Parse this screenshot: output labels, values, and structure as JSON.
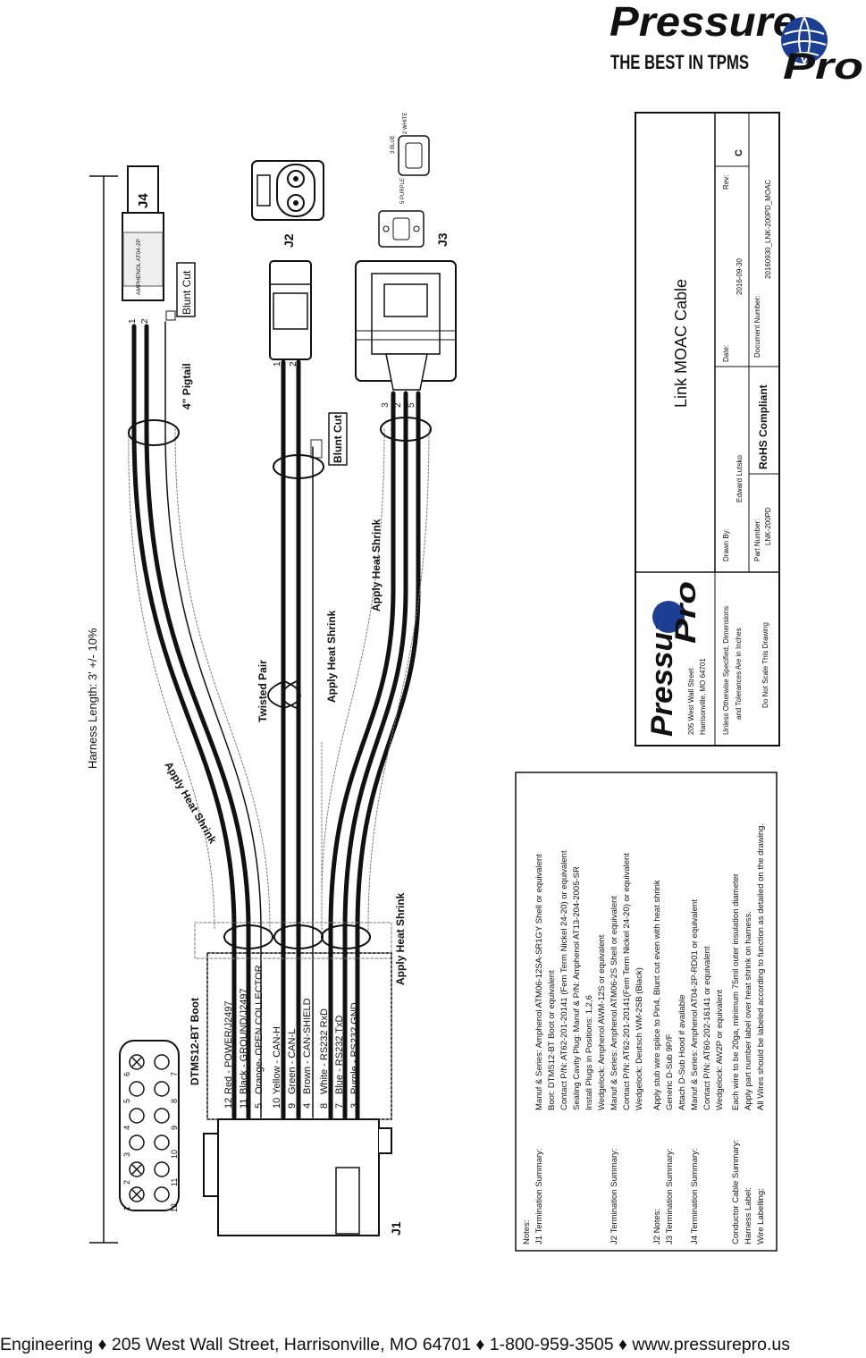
{
  "brand": {
    "name_top": "PressurePro",
    "name_part1": "Pressure",
    "name_part2": "Pro",
    "tagline": "THE BEST IN TPMS",
    "colors": {
      "blue": "#1c3f94",
      "orange": "#e2231a",
      "dark": "#222222"
    }
  },
  "harness": {
    "length_label": "Harness Length: 3' +/- 10%",
    "apply_heat_shrink": "Apply Heat Shrink",
    "twisted_pair": "Twisted Pair",
    "pigtail": "4\" Pigtail",
    "blunt_cut": "Blunt Cut",
    "boot": "DTMS12-BT Boot"
  },
  "connectors": {
    "j1": "J1",
    "j2": "J2",
    "j3": "J3",
    "j4": "J4",
    "j4_part": "AMPHENOL AT04-2P",
    "j3_pin_labels": {
      "blue": "3 BLUE",
      "white": "2 WHITE",
      "purple": "5 PURPLE"
    },
    "pin_numbers_top": [
      "1",
      "2",
      "3",
      "4",
      "5",
      "6"
    ],
    "pin_numbers_bottom": [
      "12",
      "11",
      "10",
      "9",
      "8",
      "7"
    ]
  },
  "wires": [
    {
      "pin": "12",
      "label": "Red - POWER/J2497"
    },
    {
      "pin": "11",
      "label": "Black - GROUND/J2497"
    },
    {
      "pin": "5",
      "label": "Orange- OPEN COLLECTOR"
    },
    {
      "pin": "10",
      "label": "Yellow - CAN-H"
    },
    {
      "pin": "9",
      "label": "Green - CAN-L"
    },
    {
      "pin": "4",
      "label": "Brown - CAN-SHIELD"
    },
    {
      "pin": "8",
      "label": "White - RS232 RxD"
    },
    {
      "pin": "7",
      "label": "Blue - RS232 TxD"
    },
    {
      "pin": "3",
      "label": "Purple - RS232 GND"
    }
  ],
  "j2_pins": [
    "1",
    "2"
  ],
  "j4_pins": [
    "1",
    "2"
  ],
  "j3_pins": [
    "3",
    "2",
    "5"
  ],
  "notes": {
    "title": "Notes:",
    "items": [
      {
        "label": "J1 Termination Summary:",
        "lines": [
          "Manuf & Series: Amphenol ATM06-12SA-SR1GY Shell or equivalent",
          "Boot: DTMS12-BT Boot or equivalent",
          "Contact P/N: AT62-201-20141 (Fem Term Nickel 24-20) or equivalent",
          "Sealing Cavity Plug: Manuf & P/N: Amphenol AT13-204-2005-SR",
          "Install Plugs in Positions: 1,2,6",
          "Wedgelock: Amphenol AWM-12S or equivalent"
        ]
      },
      {
        "label": "J2 Termination Summary:",
        "lines": [
          "Manuf & Series: Amphenol ATM06-2S Shell or equivalent",
          "Contact P/N: AT62-201-20141(Fem Term Nickel 24-20) or equivalent",
          "Wedgelock: Deutsch WM-2SB (Black)"
        ]
      },
      {
        "label": "J2 Notes:",
        "lines": [
          "Apply stub wire splice to Pin4, Blunt cut even with heat shrink"
        ]
      },
      {
        "label": "J3 Termination Summary:",
        "lines": [
          "Generic D-Sub 9P/F",
          "Attach D-Sub Hood if available"
        ]
      },
      {
        "label": "J4 Termination Summary:",
        "lines": [
          "Manuf & Series: Amphenol AT04-2P-RD01 or equivalent",
          "Contact P/N: AT60-202-16141 or equivalent",
          "Wedgelock: AW2P or equivalent"
        ]
      },
      {
        "label": "Conductor Cable Summary:",
        "lines": [
          "Each wire to be 20ga, minimum 75mil outer insulation diameter"
        ]
      },
      {
        "label": "Harness Label:",
        "lines": [
          "Apply part number label over heat shrink on harness."
        ]
      },
      {
        "label": "Wire Labelling:",
        "lines": [
          "All Wires should be labeled according to function as detailed on the drawing."
        ]
      }
    ]
  },
  "title_block": {
    "address1": "205 West Wall Street",
    "address2": "Harrisonville, MO 64701",
    "title": "Link MOAC Cable",
    "tolerance1": "Unless Otherwise Specified, Dimensions",
    "tolerance2": "and Tolerances Are in Inches",
    "do_not_scale": "Do Not Scale This Drawing",
    "drawn_by_label": "Drawn By:",
    "drawn_by": "Edward Lutsko",
    "date_label": "Date:",
    "date": "2016-09-30",
    "rev_label": "Rev:",
    "rev": "C",
    "part_number_label": "Part Number:",
    "part_number": "LNK-200PD",
    "rohs": "RoHS Compliant",
    "document_number_label": "Document Number:",
    "document_number": "20160930_LNK-200PD_MOAC"
  },
  "footer": {
    "dept": "Engineering",
    "sep": "♦",
    "address": "205 West Wall Street, Harrisonville, MO 64701",
    "phone": "1-800-959-3505",
    "web": "www.pressurepro.us"
  }
}
